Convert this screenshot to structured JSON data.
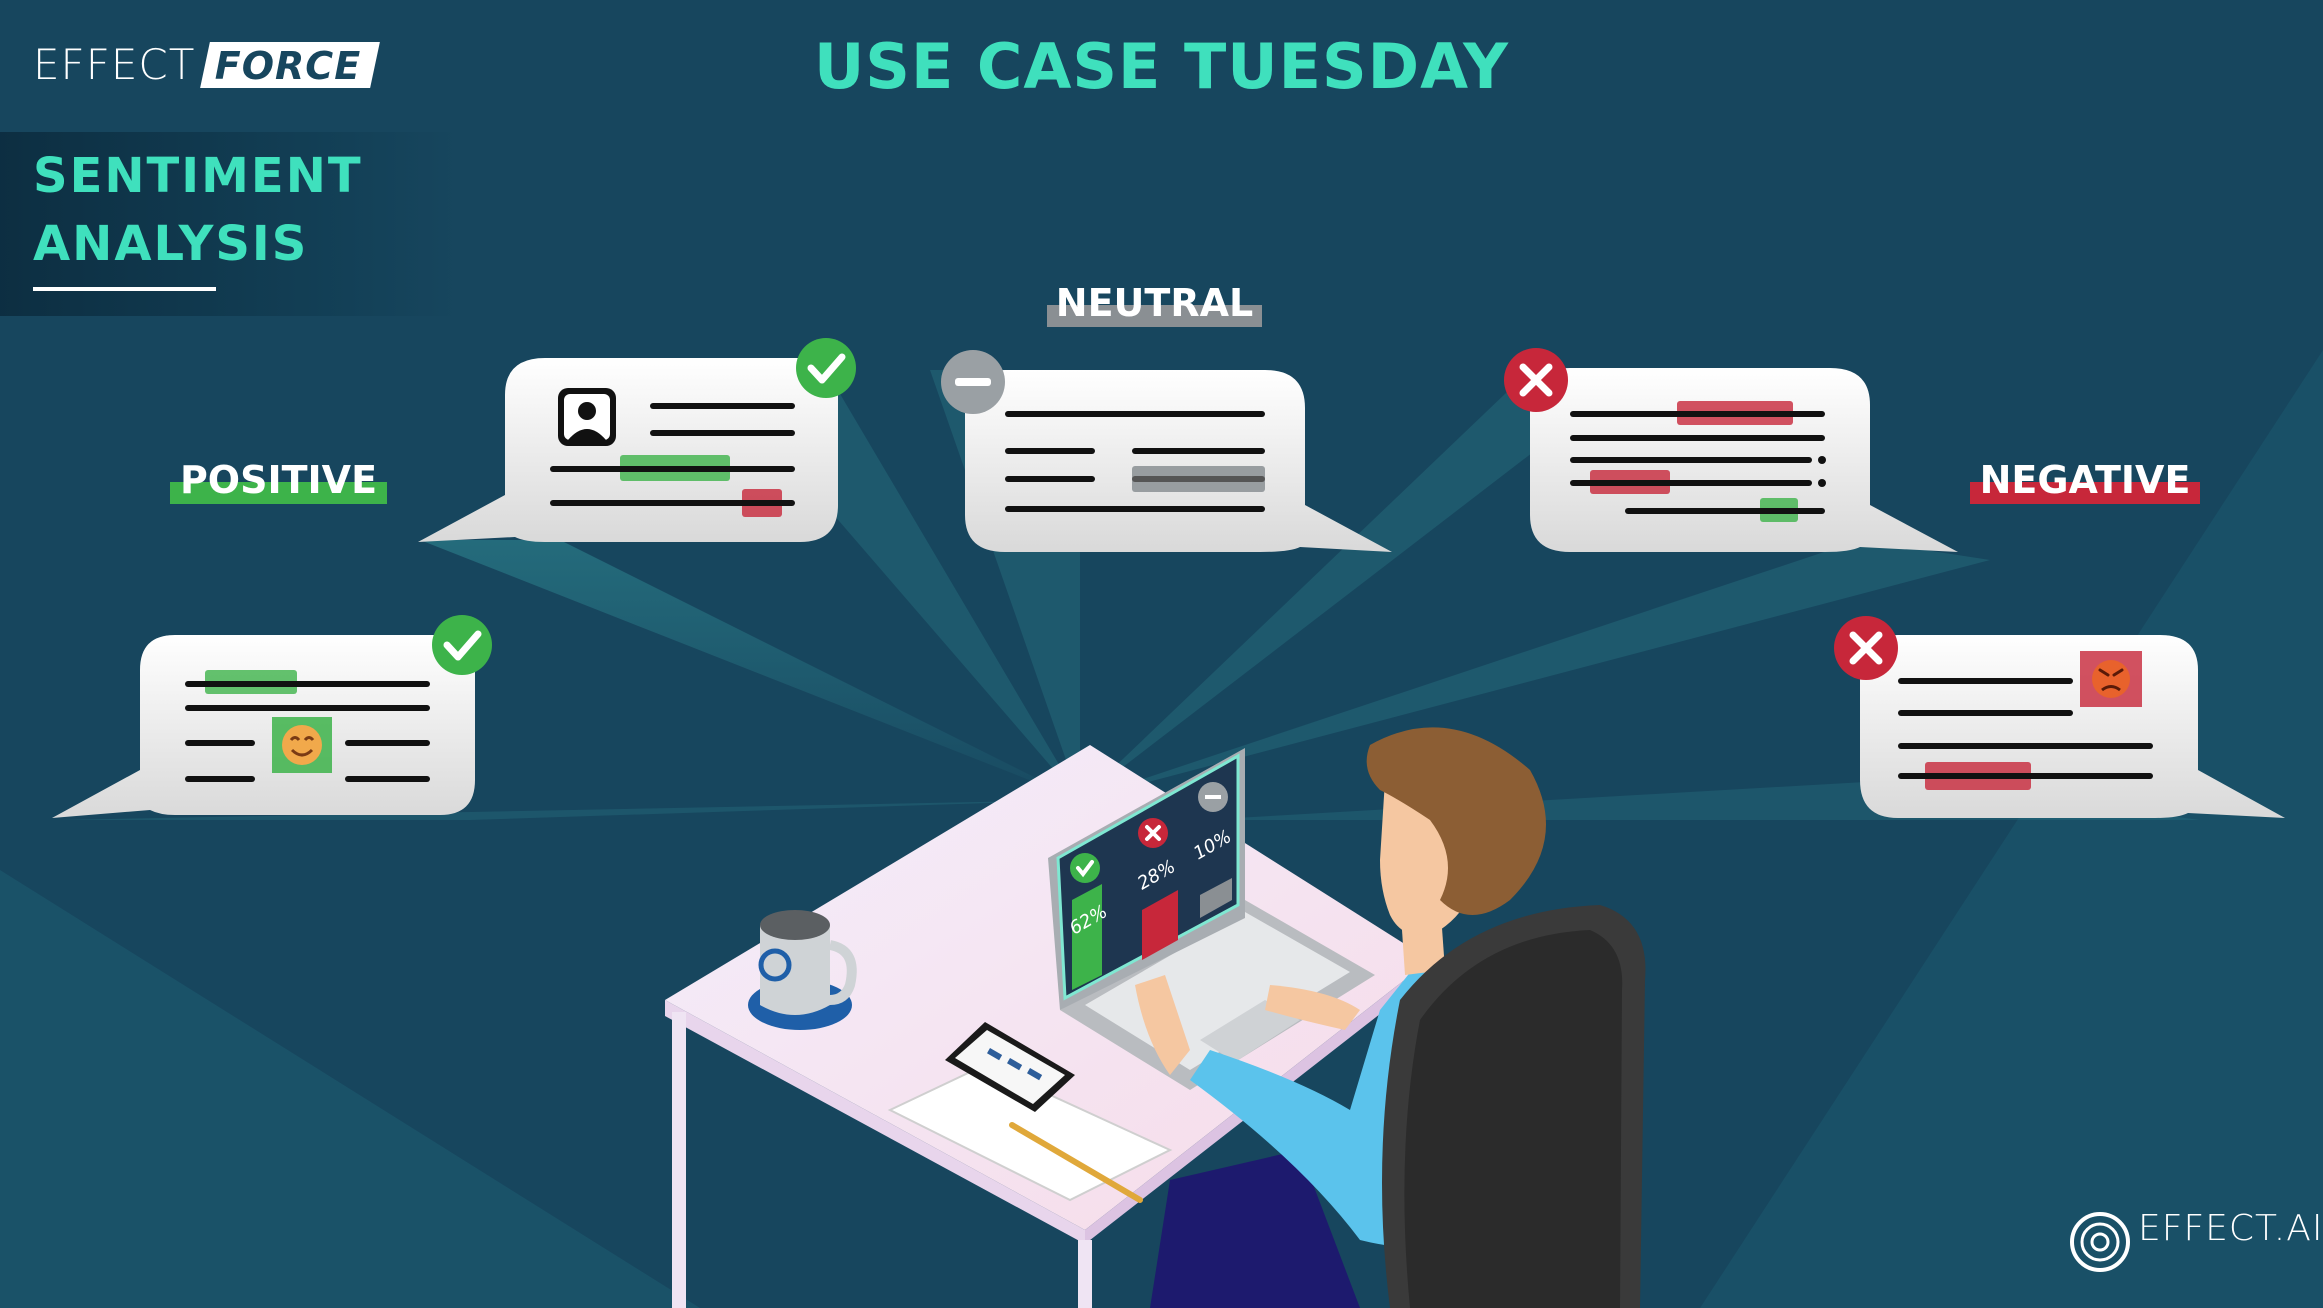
{
  "brand": {
    "name_light": "EFFECT",
    "name_box": "FORCE"
  },
  "title": "USE CASE TUESDAY",
  "section": {
    "line1": "SENTIMENT",
    "line2": "ANALYSIS"
  },
  "labels": {
    "positive": "POSITIVE",
    "neutral": "NEUTRAL",
    "negative": "NEGATIVE"
  },
  "laptop_stats": {
    "positive": "62%",
    "negative": "28%",
    "neutral": "10%"
  },
  "footer_logo": "EFFECT.AI",
  "icons": [
    "check-icon",
    "cross-icon",
    "minus-icon",
    "user-icon",
    "smiley-icon",
    "angry-face-icon",
    "effect-ai-logo-icon"
  ],
  "colors": {
    "background": "#17465e",
    "accent": "#3fe0bd",
    "positive": "#3db34a",
    "negative": "#c7273a",
    "neutral": "#8a8f93"
  }
}
